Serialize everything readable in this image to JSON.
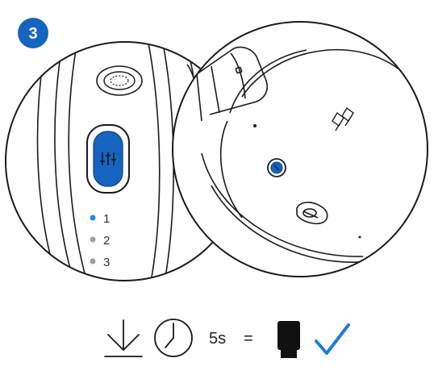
{
  "step": {
    "number": "3"
  },
  "leds": [
    {
      "label": "1",
      "state": "on"
    },
    {
      "label": "2",
      "state": "off"
    },
    {
      "label": "3",
      "state": "off"
    }
  ],
  "instruction": {
    "duration": "5s",
    "equals": "="
  },
  "colors": {
    "accent_blue": "#1565c0",
    "led_on": "#1e88e5",
    "led_off": "#9e9e9e",
    "line": "#1a1a1a",
    "check": "#1e7bd8"
  },
  "icons": {
    "press": "press-down-icon",
    "timer": "clock-icon",
    "result": "solid-indicator-icon",
    "confirm": "checkmark-icon",
    "button_symbol": "equalizer-icon"
  }
}
